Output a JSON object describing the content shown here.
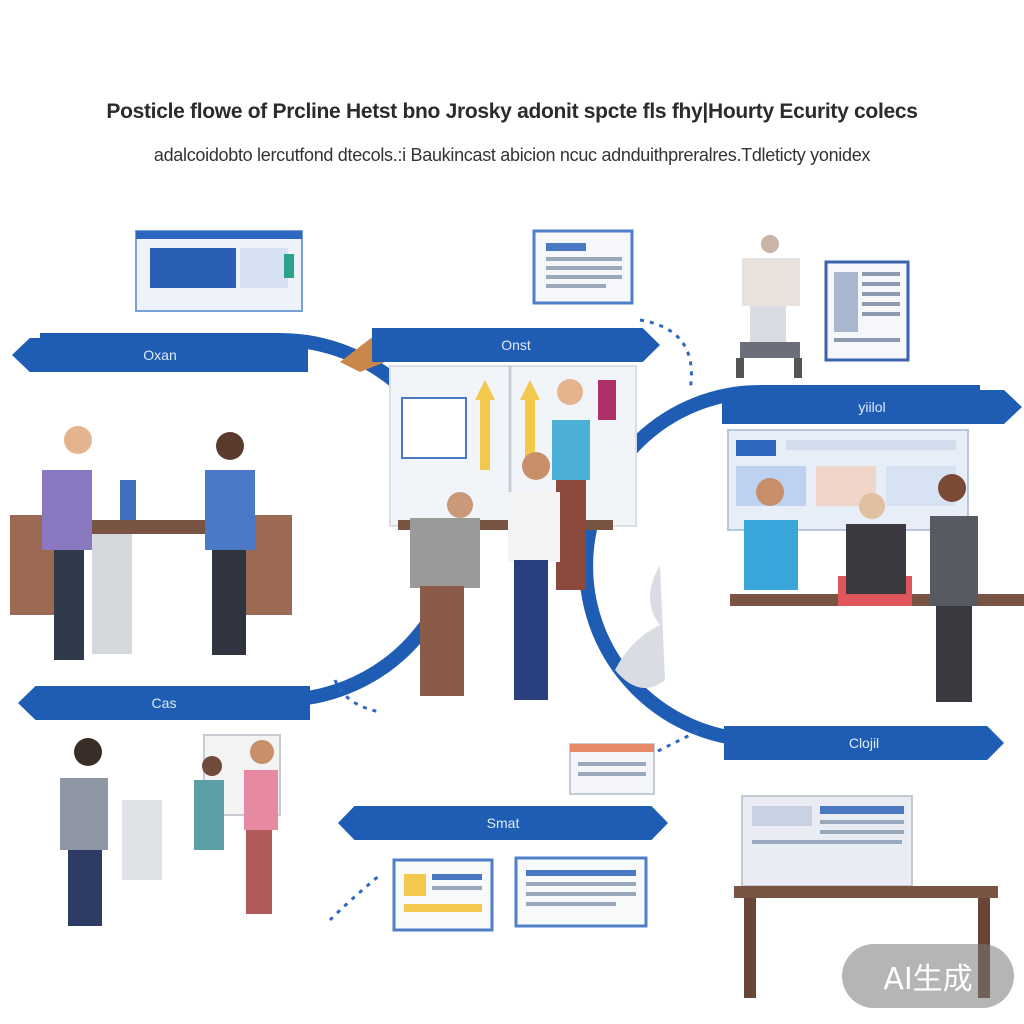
{
  "header": {
    "title": "Posticle flowe of Prcline Hetst bno Jrosky adonit spcte fls fhy|Hourty Ecurity colecs",
    "subtitle": "adalcoidobto lercutfond dtecols.:i Baukincast abicion ncuc adnduithpreralres.Tdleticty yonidex"
  },
  "stages": {
    "top_left": "Oxan",
    "top_mid": "Onst",
    "right_mid": "yiilol",
    "bottom_left": "Cas",
    "bottom_right": "Clojil",
    "bottom_mid": "Smat"
  },
  "watermark": "AI生成",
  "colors": {
    "accent": "#1f5db4",
    "panel": "#e8eef8",
    "wood": "#8a5a44"
  },
  "icons": [
    "monitor-icon",
    "document-icon",
    "dotted-arrow-icon",
    "person-icon",
    "desk-icon"
  ]
}
